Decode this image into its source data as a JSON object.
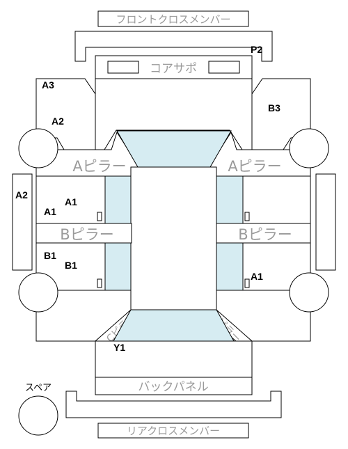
{
  "labels": {
    "front_cross_member": "フロントクロスメンバー",
    "core_support": "コアサポ",
    "a_pillar": "Aピラー",
    "b_pillar": "Bピラー",
    "c_pillar": "Cピラー",
    "back_panel": "バックパネル",
    "rear_cross_member": "リアクロスメンバー",
    "spare": "スペア"
  },
  "marks": {
    "p2": "P2",
    "a3": "A3",
    "a2_upper": "A2",
    "b3": "B3",
    "a2_side": "A2",
    "a1_upper": "A1",
    "a1_lower": "A1",
    "b1_upper": "B1",
    "b1_lower": "B1",
    "a1_right": "A1",
    "y1": "Y1"
  },
  "colors": {
    "outline": "#000000",
    "glass": "#d6ecf2",
    "gray_text": "#9a9a9a"
  }
}
